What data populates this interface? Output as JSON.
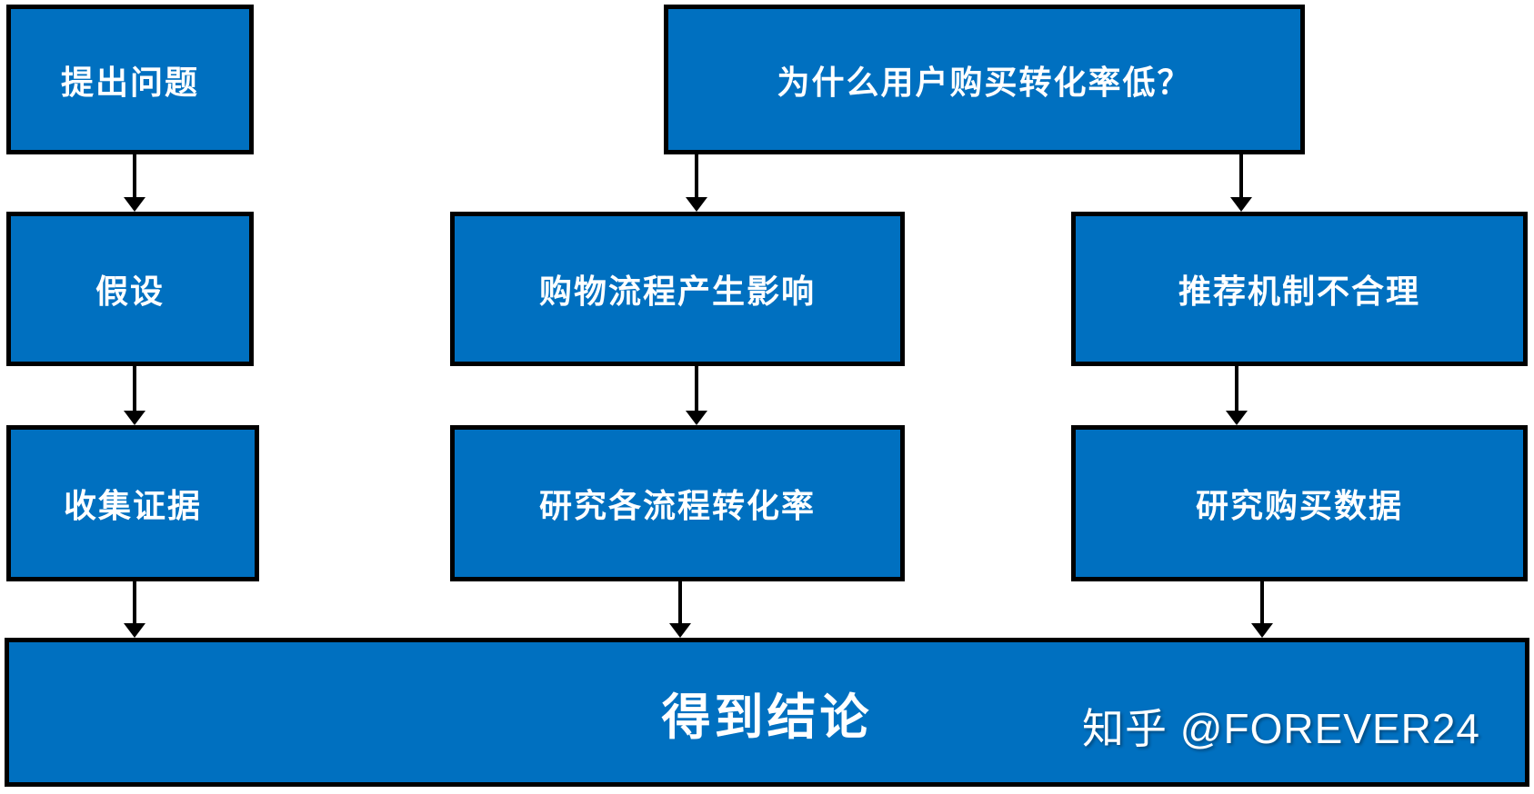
{
  "colors": {
    "canvas_bg": "#ffffff",
    "box_fill": "#0070c0",
    "box_border": "#000000",
    "box_text": "#ffffff",
    "arrow": "#000000"
  },
  "nodes": {
    "propose": {
      "label": "提出问题"
    },
    "question": {
      "label": "为什么用户购买转化率低？"
    },
    "hypothesis": {
      "label": "假设"
    },
    "shopping_flow": {
      "label": "购物流程产生影响"
    },
    "recommendation": {
      "label": "推荐机制不合理"
    },
    "collect_evidence": {
      "label": "收集证据"
    },
    "funnel_research": {
      "label": "研究各流程转化率"
    },
    "purchase_research": {
      "label": "研究购买数据"
    },
    "conclusion": {
      "label": "得到结论"
    }
  },
  "edges": [
    {
      "from": "propose",
      "to": "hypothesis"
    },
    {
      "from": "hypothesis",
      "to": "collect_evidence"
    },
    {
      "from": "collect_evidence",
      "to": "conclusion"
    },
    {
      "from": "question",
      "to": "shopping_flow"
    },
    {
      "from": "shopping_flow",
      "to": "funnel_research"
    },
    {
      "from": "funnel_research",
      "to": "conclusion"
    },
    {
      "from": "question",
      "to": "recommendation"
    },
    {
      "from": "recommendation",
      "to": "purchase_research"
    },
    {
      "from": "purchase_research",
      "to": "conclusion"
    }
  ],
  "watermark": {
    "text": "知乎 @FOREVER24"
  }
}
